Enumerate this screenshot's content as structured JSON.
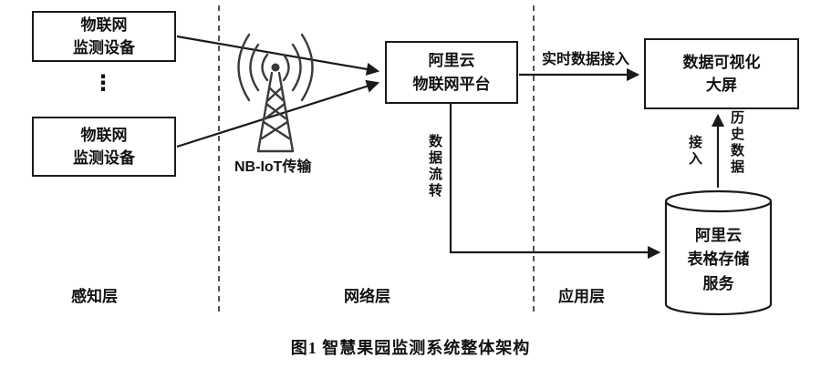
{
  "nodes": {
    "iot_device_top": "物联网\n监测设备",
    "ellipsis": "⋮",
    "iot_device_bottom": "物联网\n监测设备",
    "iot_platform": "阿里云\n物联网平台",
    "visualization_screen": "数据可视化\n大屏",
    "table_storage": "阿里云\n表格存储\n服务"
  },
  "edge_labels": {
    "nbiot": "NB-IoT传输",
    "realtime_access": "实时数据接入",
    "data_flow": "数据流转",
    "history_data": "历史数据",
    "history_access": "接入"
  },
  "layers": {
    "perception": "感知层",
    "network": "网络层",
    "application": "应用层"
  },
  "caption": "图1 智慧果园监测系统整体架构",
  "colors": {
    "stroke": "#1a1a1a",
    "background": "#ffffff"
  }
}
